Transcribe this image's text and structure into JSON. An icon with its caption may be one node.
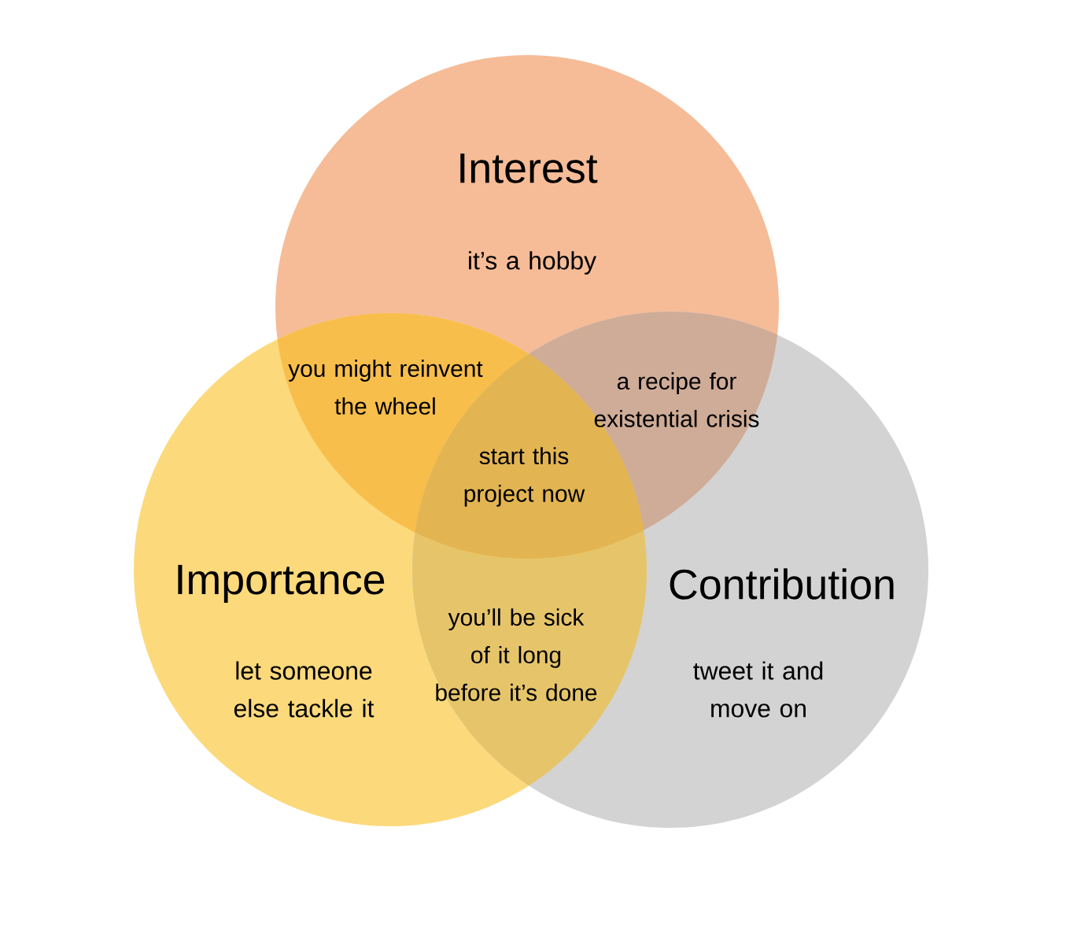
{
  "diagram": {
    "nodes": [
      {
        "text": [
          "Interest",
          "it’s a hobby"
        ]
      },
      {
        "text": [
          "Importance",
          "let someone else tackle it"
        ]
      },
      {
        "text": [
          "Contribution",
          "tweet it and move on"
        ]
      }
    ],
    "labels": [
      "you might reinvent the wheel",
      "a recipe for existential crisis",
      "start this project now",
      "you’ll be sick of it long before it’s done"
    ]
  }
}
